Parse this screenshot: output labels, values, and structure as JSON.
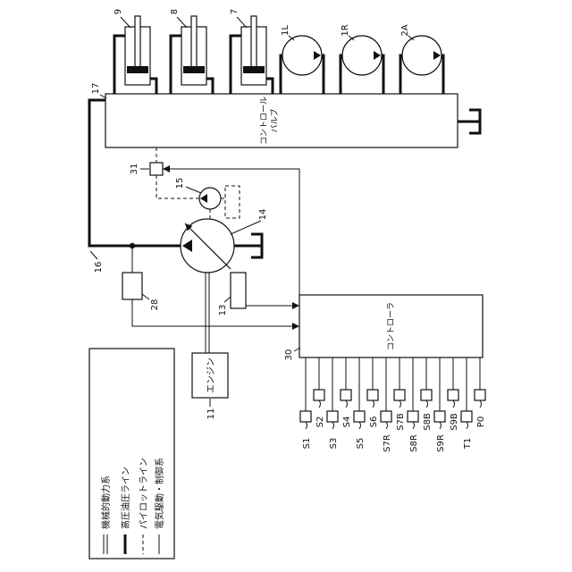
{
  "figure": {
    "cylinders": [
      {
        "ref": "9"
      },
      {
        "ref": "8"
      },
      {
        "ref": "7"
      }
    ],
    "motors": [
      {
        "ref": "1L"
      },
      {
        "ref": "1R"
      },
      {
        "ref": "2A"
      }
    ],
    "control_valve": {
      "ref": "17",
      "name_line1": "コントロール",
      "name_line2": "バルブ"
    },
    "main_line": {
      "ref": "16"
    },
    "component_31": {
      "ref": "31"
    },
    "pilot_pump": {
      "ref": "15"
    },
    "main_pump": {
      "ref": "14"
    },
    "component_28": {
      "ref": "28"
    },
    "component_13": {
      "ref": "13"
    },
    "controller": {
      "ref": "30",
      "name": "コントローラ"
    },
    "engine": {
      "ref": "11",
      "name": "エンジン"
    },
    "sensors": [
      "S1",
      "S2",
      "S3",
      "S4",
      "S5",
      "S6",
      "S7R",
      "S7B",
      "S8R",
      "S8B",
      "S9R",
      "S9B",
      "T1",
      "P0"
    ],
    "legend": [
      "機械的動力系",
      "高圧油圧ライン",
      "パイロットライン",
      "電気駆動・制御系"
    ]
  },
  "colors": {
    "line": "#111111",
    "background": "#ffffff"
  }
}
